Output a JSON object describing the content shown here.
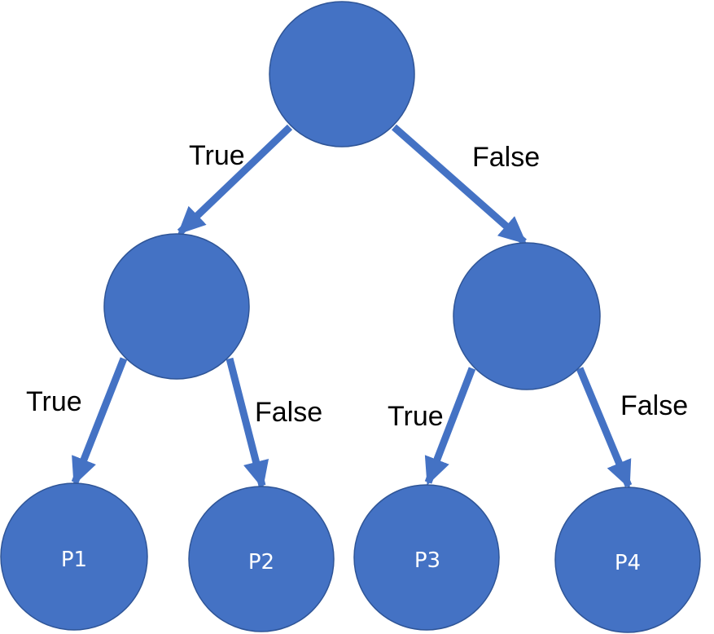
{
  "colors": {
    "node_fill": "#4472c4",
    "node_border": "#2f5597",
    "edge": "#4472c4",
    "edge_label": "#000000",
    "node_label": "#ffffff"
  },
  "nodes": {
    "root": {
      "label": ""
    },
    "left": {
      "label": ""
    },
    "right": {
      "label": ""
    },
    "p1": {
      "label": "P1"
    },
    "p2": {
      "label": "P2"
    },
    "p3": {
      "label": "P3"
    },
    "p4": {
      "label": "P4"
    }
  },
  "edges": {
    "root_left": {
      "label": "True"
    },
    "root_right": {
      "label": "False"
    },
    "left_p1": {
      "label": "True"
    },
    "left_p2": {
      "label": "False"
    },
    "right_p3": {
      "label": "True"
    },
    "right_p4": {
      "label": "False"
    }
  }
}
